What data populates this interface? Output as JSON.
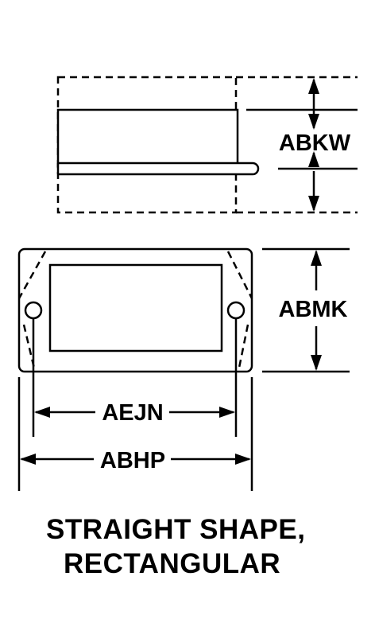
{
  "dimensions": {
    "height_top": "ABKW",
    "height_front": "ABMK",
    "inner_width": "AEJN",
    "overall_width": "ABHP"
  },
  "caption": {
    "line1": "STRAIGHT SHAPE,",
    "line2": "RECTANGULAR"
  },
  "colors": {
    "ink": "#000000",
    "paper": "#ffffff"
  }
}
